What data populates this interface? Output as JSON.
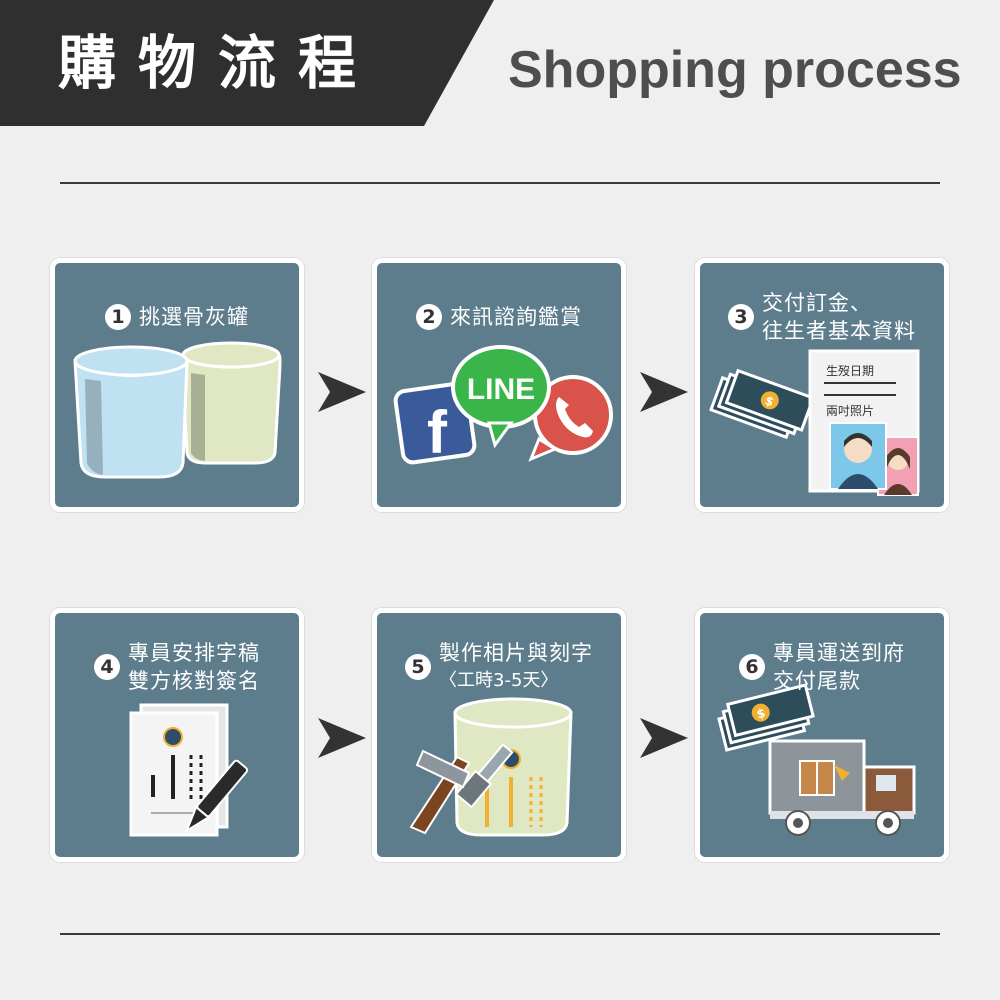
{
  "header": {
    "title_cn": "購物流程",
    "title_en": "Shopping process"
  },
  "colors": {
    "band": "#2f2f2f",
    "card_bg": "#5d7d8d",
    "card_border": "#ffffff",
    "arrow": "#333333",
    "background": "#efefef"
  },
  "steps": [
    {
      "number": "1",
      "lines": [
        "挑選骨灰罐"
      ]
    },
    {
      "number": "2",
      "lines": [
        "來訊諮詢鑑賞"
      ],
      "icons": {
        "line_label": "LINE",
        "facebook_label": "f"
      }
    },
    {
      "number": "3",
      "lines": [
        "交付訂金、",
        "往生者基本資料"
      ],
      "form": {
        "field_1": "生歿日期",
        "field_2": "兩吋照片"
      }
    },
    {
      "number": "4",
      "lines": [
        "專員安排字稿",
        "雙方核對簽名"
      ]
    },
    {
      "number": "5",
      "lines": [
        "製作相片與刻字",
        "〈工時3-5天〉"
      ]
    },
    {
      "number": "6",
      "lines": [
        "專員運送到府",
        "交付尾款"
      ]
    }
  ]
}
